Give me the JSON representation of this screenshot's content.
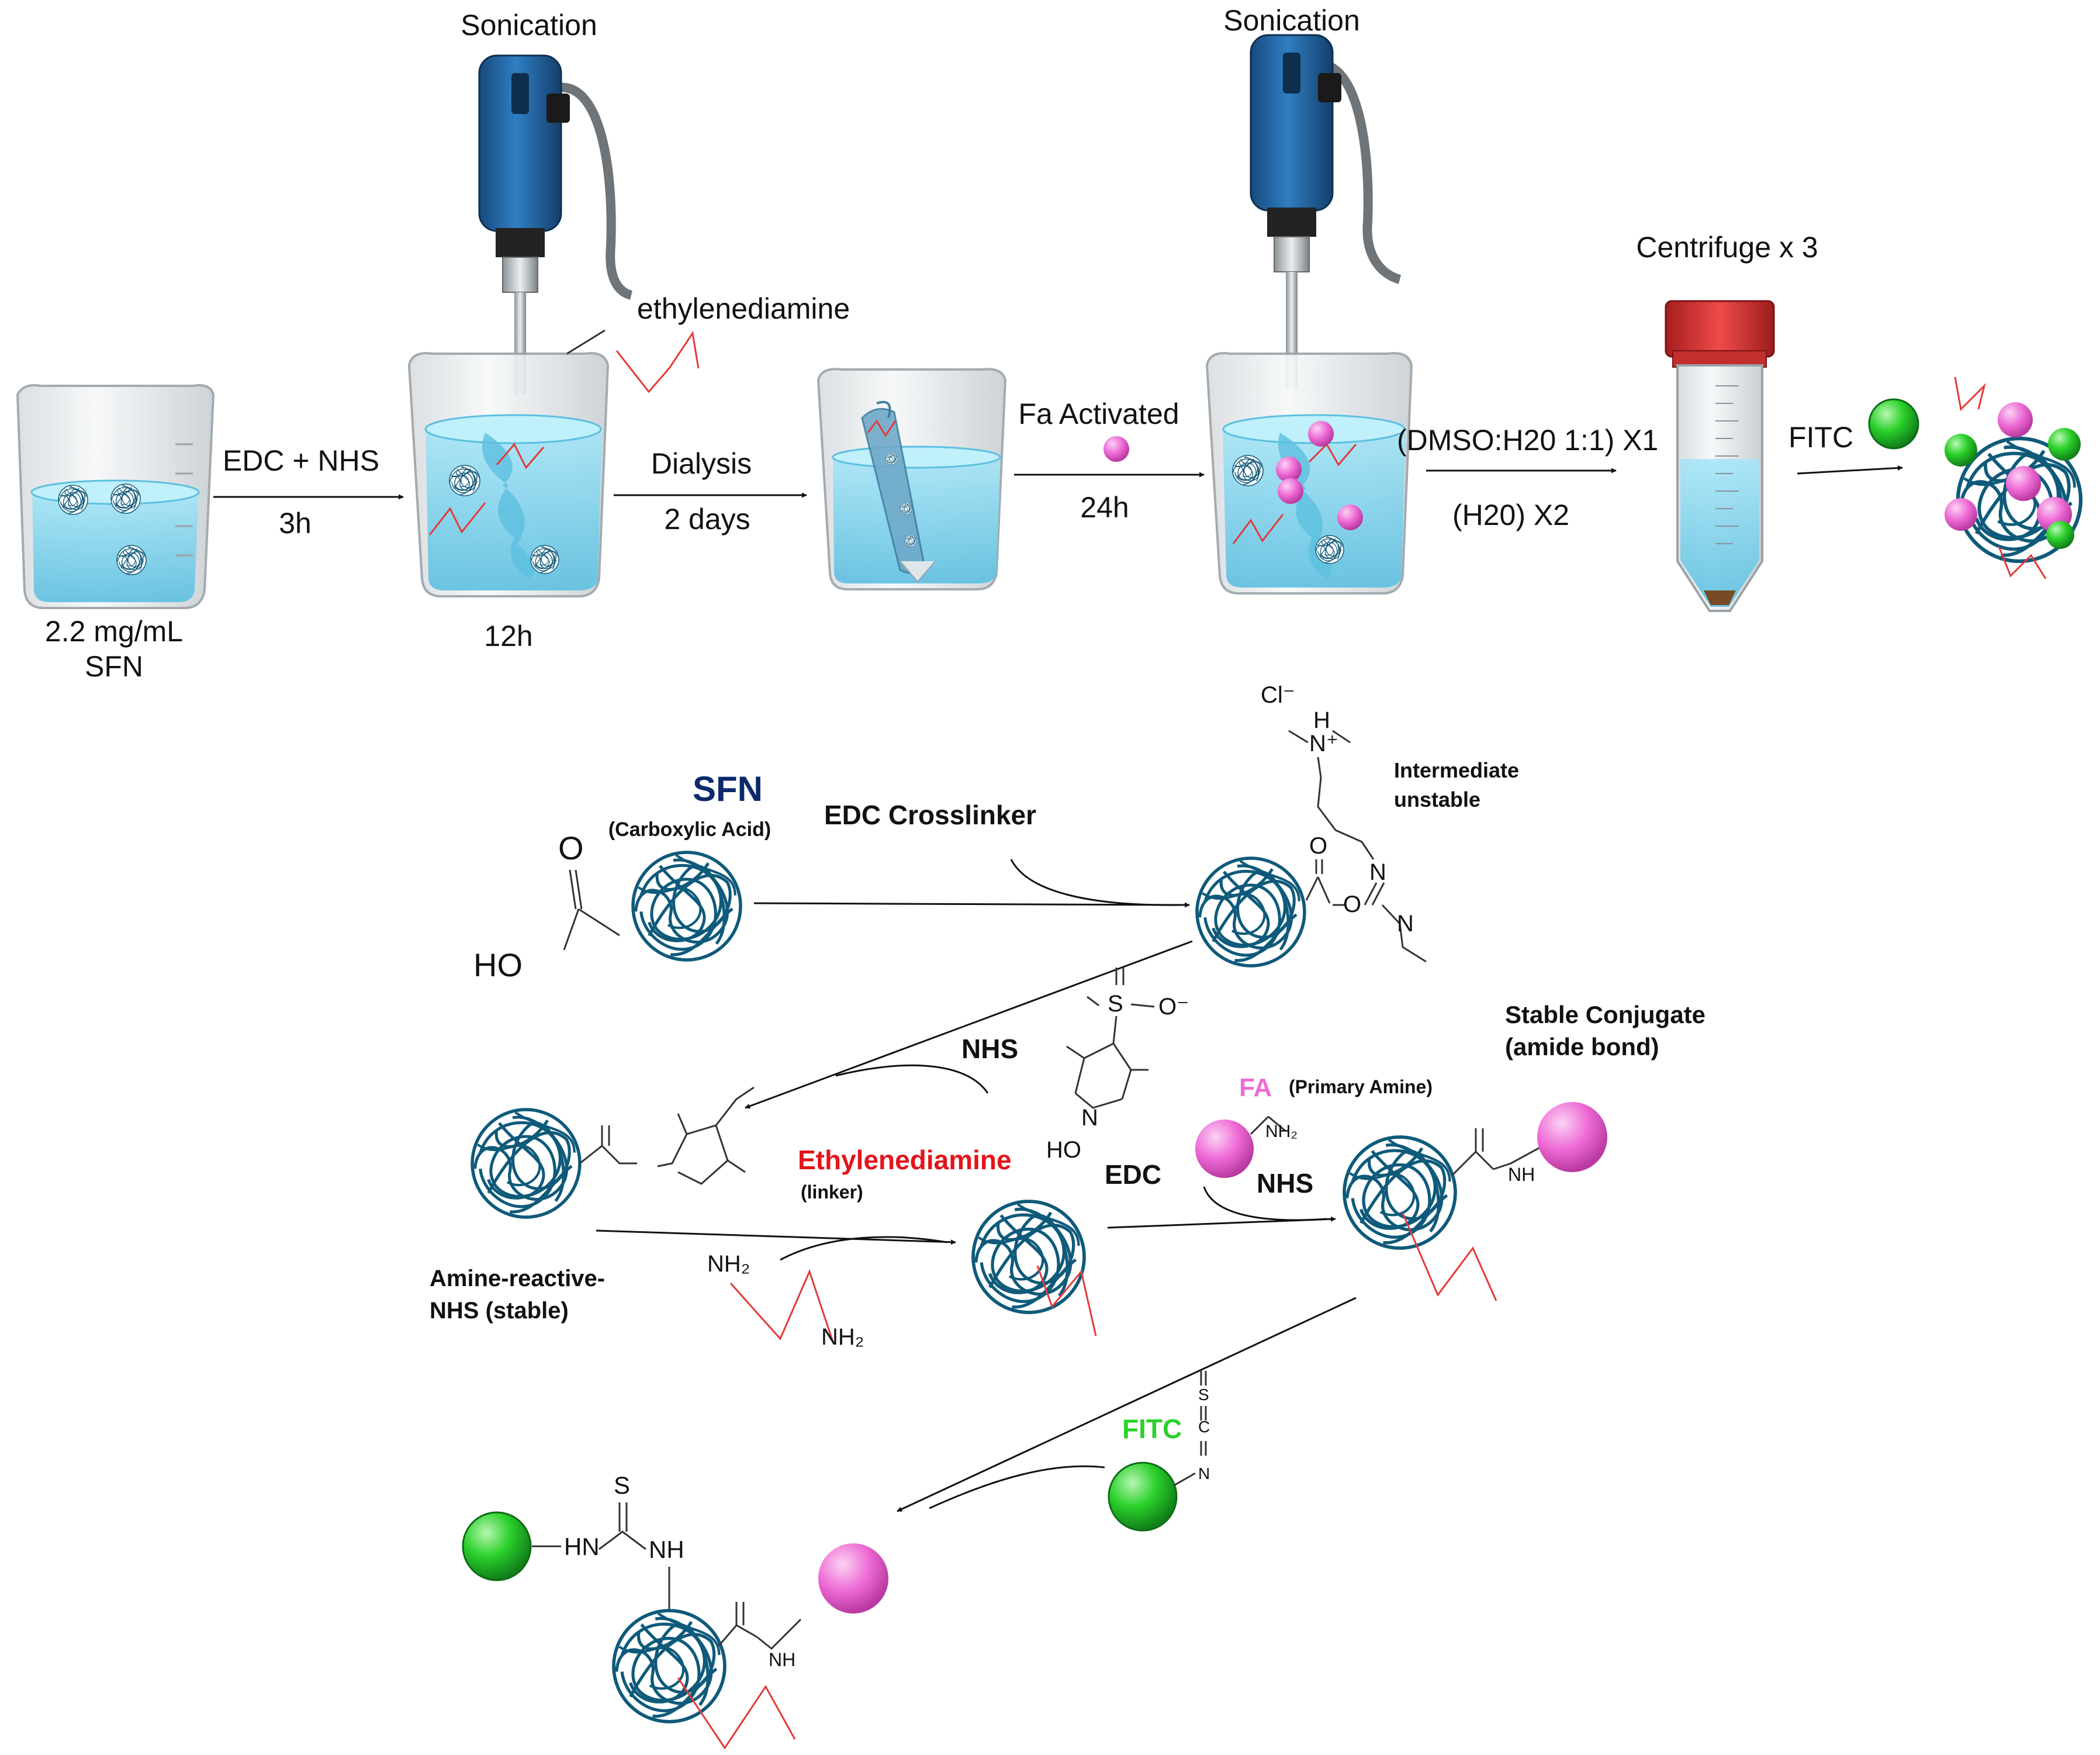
{
  "top": {
    "sonication_label": "Sonication",
    "sonication_label_2": "Sonication",
    "centrifuge_label": "Centrifuge x 3",
    "start_concentration": "2.2 mg/mL",
    "start_material": "SFN",
    "step1_reagent": "EDC + NHS",
    "step1_time": "3h",
    "linker_label": "ethylenediamine",
    "step2_time": "12h",
    "step3_label": "Dialysis",
    "step3_time": "2 days",
    "step4_label": "Fa Activated",
    "step4_time": "24h",
    "wash1": "(DMSO:H20 1:1) X1",
    "wash2": "(H20) X2",
    "final_reagent": "FITC"
  },
  "scheme": {
    "sfn_title": "SFN",
    "sfn_sub": "(Carboxylic Acid)",
    "edc_crosslinker": "EDC Crosslinker",
    "intermediate_line1": "Intermediate",
    "intermediate_line2": "unstable",
    "nhs_label": "NHS",
    "amine_reactive_line1": "Amine-reactive-",
    "amine_reactive_line2": "NHS (stable)",
    "ethylenediamine_title": "Ethylenediamine",
    "linker_sub": "(linker)",
    "edc_label": "EDC",
    "nhs_label_2": "NHS",
    "fa_title": "FA",
    "fa_sub": "(Primary Amine)",
    "stable_line1": "Stable Conjugate",
    "stable_line2": "(amide bond)",
    "fitc_title": "FITC"
  },
  "chem": {
    "o": "O",
    "ho": "HO",
    "cl": "Cl⁻",
    "nplus": "N⁺",
    "h": "H",
    "n1": "N",
    "n2": "N",
    "o_ester": "O",
    "o_carbonyl": "O",
    "s_sulfo": "S",
    "o_sulfo_minus": "O⁻",
    "n_succ": "N",
    "ho_succ": "HO",
    "nh2_a": "NH₂",
    "nh2_b": "NH₂",
    "nh2_fa": "NH₂",
    "nh_amide": "NH",
    "s_thiourea": "S",
    "hn_thiourea": "HN",
    "nh_thiourea": "NH",
    "s_fitc": "S",
    "c_fitc": "C",
    "n_fitc": "N"
  },
  "colors": {
    "sfn_title": "#0b2a6b",
    "ethylenediamine": "#e3141b",
    "fa": "#ee6ad6",
    "fitc": "#2bd12b",
    "linker_zigzag": "#e33a3a",
    "nanoparticle": "#0f5a7a",
    "liquid": "#7fd3ee",
    "sonicator_body": "#1f5d9a",
    "tube_cap": "#e23b3b"
  }
}
